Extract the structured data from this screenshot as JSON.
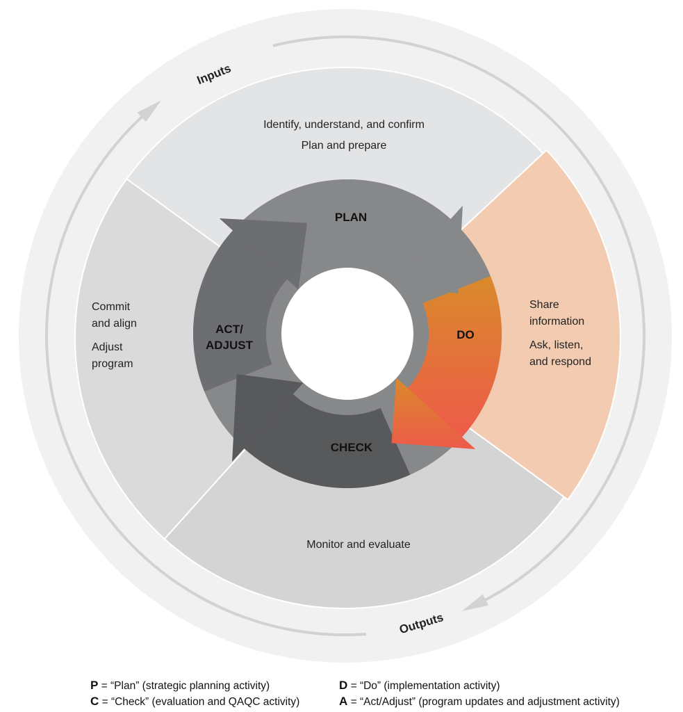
{
  "flow": {
    "inputs": "Inputs",
    "outputs": "Outputs"
  },
  "segments": {
    "plan": {
      "lines": [
        "Identify, understand, and confirm",
        "Plan and prepare"
      ]
    },
    "do": {
      "lines": [
        "Share",
        "information",
        "Ask, listen,",
        "and respond"
      ]
    },
    "check": {
      "lines": [
        "Monitor and evaluate"
      ]
    },
    "act": {
      "lines": [
        "Commit",
        "and align",
        "Adjust",
        "program"
      ]
    }
  },
  "cycle": {
    "plan": {
      "label": "PLAN"
    },
    "do": {
      "label": "DO"
    },
    "check": {
      "label": "CHECK"
    },
    "act": {
      "label_line1": "ACT/",
      "label_line2": "ADJUST"
    }
  },
  "legend": [
    {
      "key": "P",
      "text": " = “Plan” (strategic planning activity)"
    },
    {
      "key": "D",
      "text": " = “Do” (implementation activity)"
    },
    {
      "key": "C",
      "text": " = “Check” (evaluation and QAQC activity)"
    },
    {
      "key": "A",
      "text": " = “Act/Adjust” (program updates and adjustment activity)"
    }
  ],
  "colors": {
    "plan": "#87888a",
    "do_top": "#d98a2b",
    "do_bottom": "#ee5a4a",
    "check": "#58595b",
    "act": "#6d6e71",
    "highlight_segment": "#f2cbb0"
  }
}
